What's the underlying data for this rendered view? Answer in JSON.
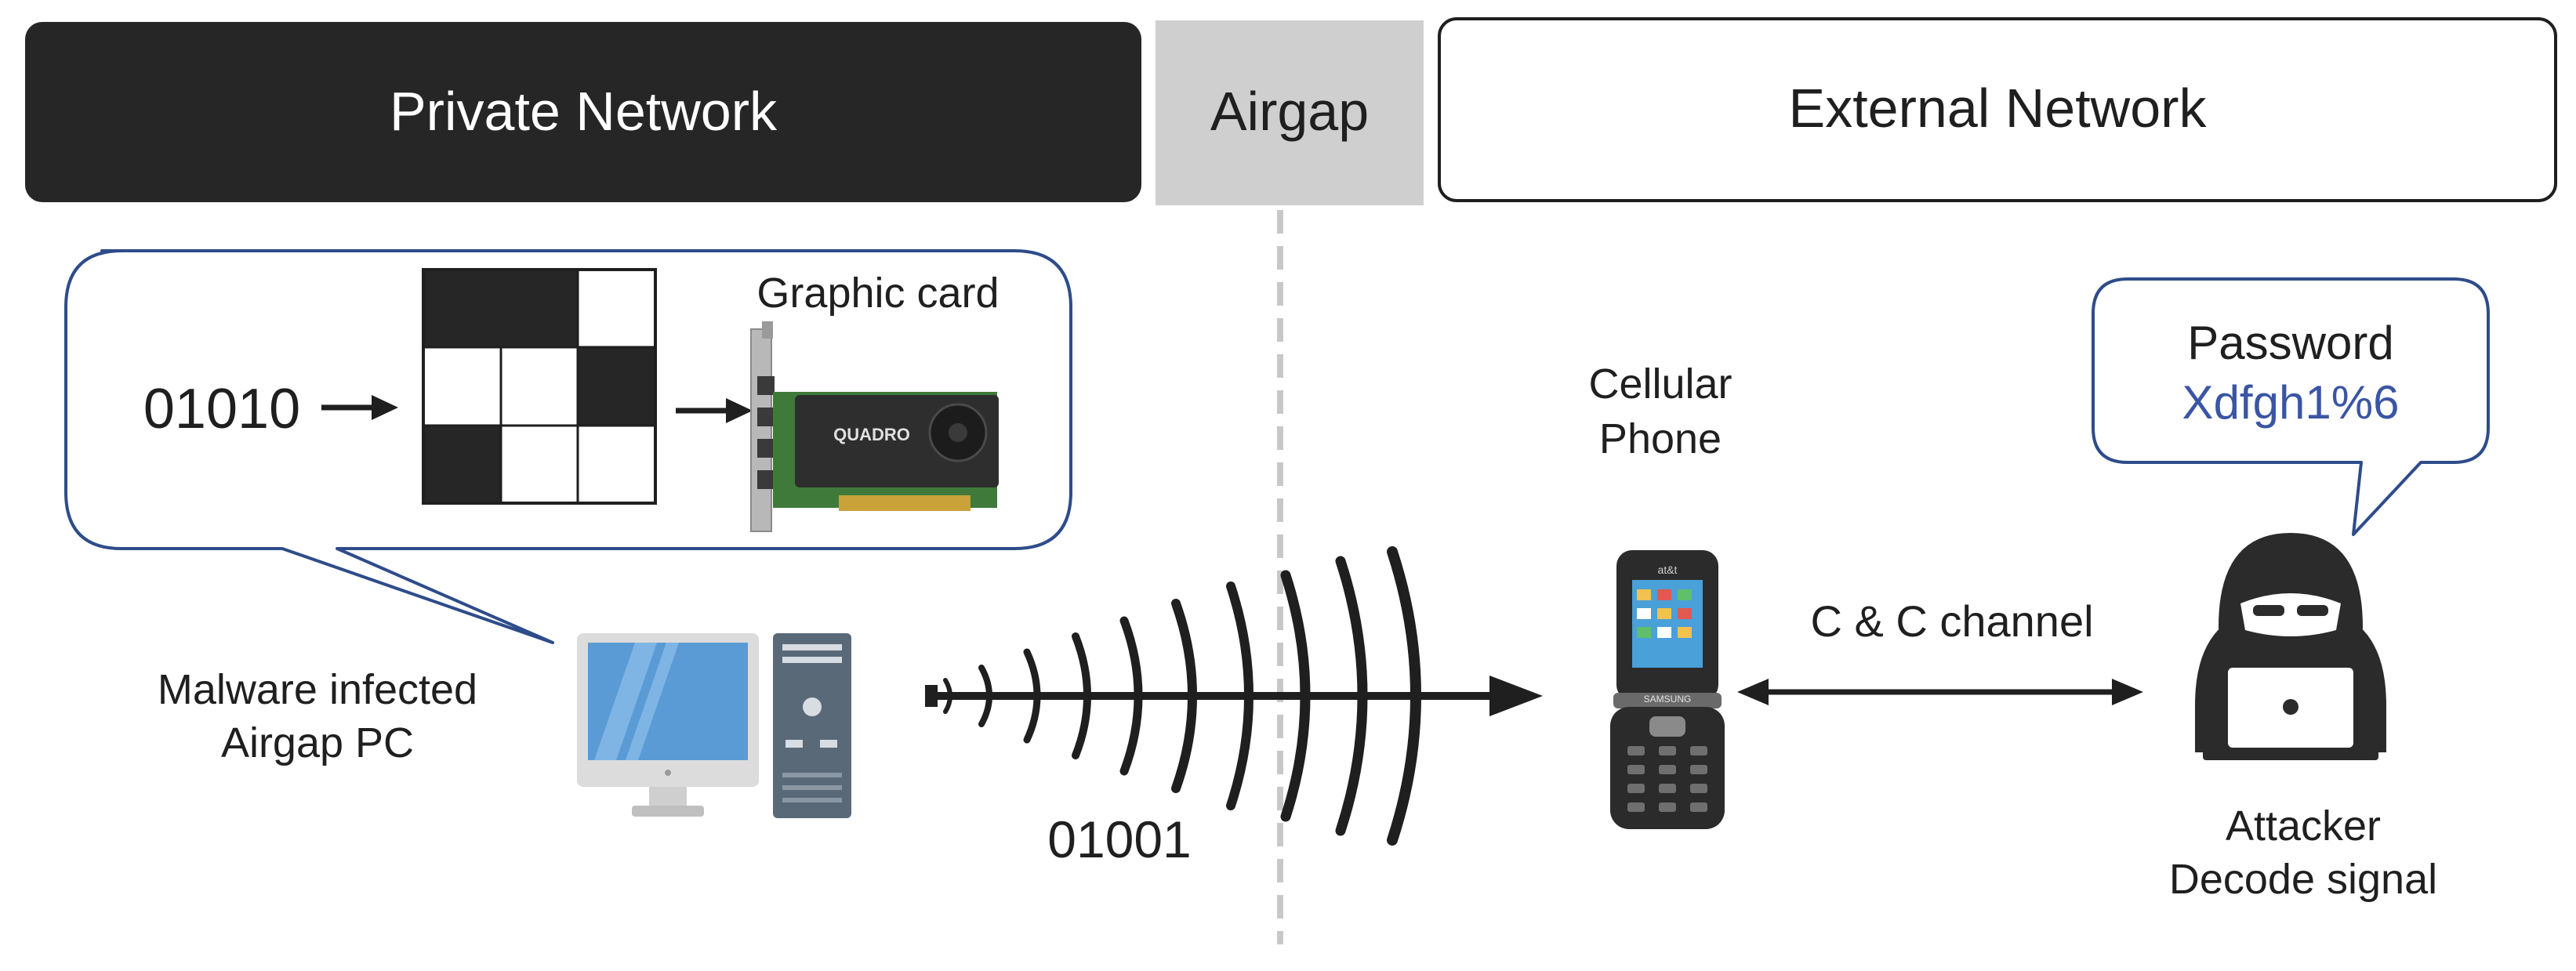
{
  "zones": {
    "private": "Private Network",
    "airgap": "Airgap",
    "external": "External Network"
  },
  "bubble": {
    "input_bits": "01010",
    "card_label": "Graphic card",
    "card_brand": "QUADRO"
  },
  "pc": {
    "label_line1": "Malware infected",
    "label_line2": "Airgap PC"
  },
  "signal": {
    "bits": "01001"
  },
  "phone": {
    "label_line1": "Cellular",
    "label_line2": "Phone",
    "carrier": "at&t",
    "brand": "SAMSUNG"
  },
  "channel": {
    "label": "C & C channel"
  },
  "attacker": {
    "label_line1": "Attacker",
    "label_line2": "Decode signal",
    "speech_title": "Password",
    "speech_value": "Xdfgh1%6"
  },
  "colors": {
    "private_fill": "#262626",
    "airgap_fill": "#d0cfd0",
    "bubble_stroke": "#2e4c8a",
    "password_text": "#3a55a4",
    "monitor_screen": "#5b9bd5",
    "tower": "#5a6978",
    "attacker": "#2b2b2b"
  }
}
